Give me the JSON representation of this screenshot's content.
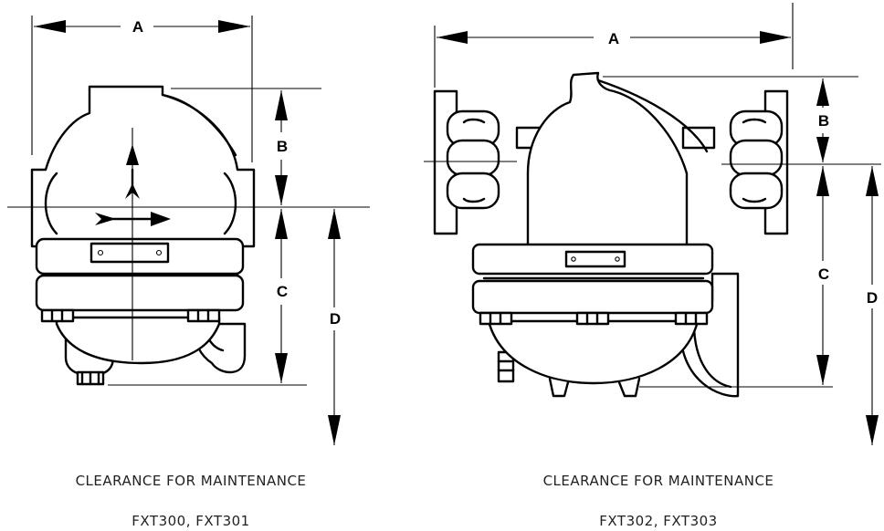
{
  "figures": [
    {
      "dimension_labels": {
        "a": "A",
        "b": "B",
        "c": "C",
        "d": "D"
      },
      "caption_title": "CLEARANCE FOR MAINTENANCE",
      "caption_models": "FXT300, FXT301"
    },
    {
      "dimension_labels": {
        "a": "A",
        "b": "B",
        "c": "C",
        "d": "D"
      },
      "caption_title": "CLEARANCE FOR MAINTENANCE",
      "caption_models": "FXT302, FXT303"
    }
  ]
}
